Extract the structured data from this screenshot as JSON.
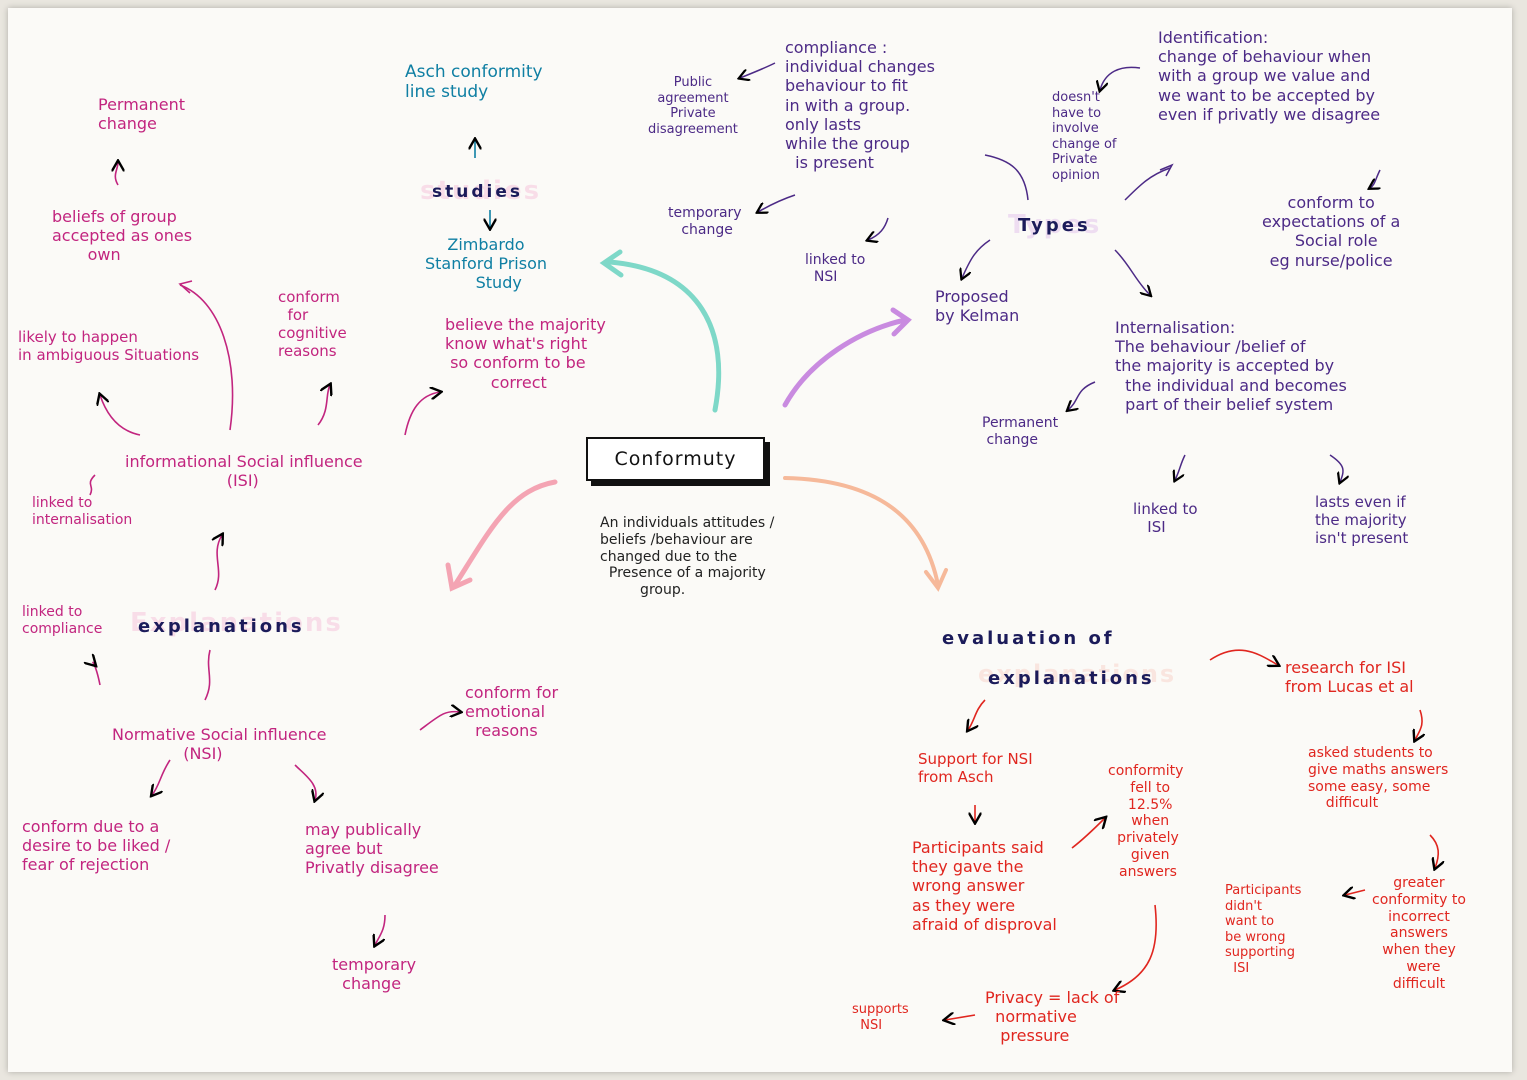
{
  "central": {
    "title": "Conformuty",
    "definition": "An individuals attitudes /\nbeliefs /behaviour are\nchanged due to the\n  Presence of a majority\n         group."
  },
  "studies": {
    "heading": "studies",
    "asch": "Asch conformity\nline study",
    "zimbardo": "Zimbardo\nStanford Prison\n     Study"
  },
  "isi": {
    "title": "informational Social influence\n                    (ISI)",
    "conform_cognitive": "conform\n  for\ncognitive\nreasons",
    "believe_majority": "believe the majority\nknow what's right\n so conform to be\n         correct",
    "likely_ambiguous": "likely to happen\nin ambiguous Situations",
    "beliefs_accepted": "beliefs of group\naccepted as ones\n       own",
    "permanent_change": "Permanent\nchange",
    "linked_internalisation": "linked to\ninternalisation"
  },
  "explanations": {
    "ghost": "Explanations",
    "heading": "explanations",
    "linked_compliance": "linked to\ncompliance"
  },
  "nsi": {
    "title": "Normative Social influence\n              (NSI)",
    "conform_emotional": "conform for\nemotional\n  reasons",
    "desire_liked": "conform due to a\ndesire to be liked /\nfear of rejection",
    "publicly_agree": "may publically\nagree but\nPrivatly disagree",
    "temporary_change": "temporary\n  change"
  },
  "types": {
    "heading": "Types",
    "proposed_by": "Proposed\nby Kelman",
    "compliance": "compliance :\nindividual changes\nbehaviour to fit\nin with a group.\nonly lasts\nwhile the group\n  is present",
    "public_agreement": "Public\nagreement\nPrivate\ndisagreement",
    "temporary_change": "temporary\n   change",
    "linked_nsi": "linked to\n  NSI",
    "doesnt_involve": "doesn't\nhave to\ninvolve\nchange of\nPrivate\nopinion",
    "identification": "Identification:\nchange of behaviour when\nwith a group we value and\nwe want to be accepted by\neven if privatly we disagree",
    "conform_expectations": "conform to\nexpectations of a\n  Social role\neg nurse/police",
    "internalisation": "Internalisation:\nThe behaviour /belief of\nthe majority is accepted by\n  the individual and becomes\n  part of their belief system",
    "permanent_change": "Permanent\n change",
    "linked_isi": "linked to\n   ISI",
    "lasts_majority": "lasts even if\nthe majority\nisn't present"
  },
  "evaluation": {
    "heading_line1": "evaluation of",
    "ghost": "explanations",
    "heading_line2": "explanations",
    "support_nsi": "Support for NSI\nfrom Asch",
    "participants_said": "Participants said\nthey gave the\nwrong answer\nas they were\nafraid of disproval",
    "conformity_fell": "conformity\n  fell to\n  12.5%\n  when\n privately\n  given\n answers",
    "privacy": "Privacy = lack of\n  normative\n   pressure",
    "supports_nsi": "supports\n  NSI",
    "research_isi": "research for ISI\nfrom Lucas et al",
    "asked_students": "asked students to\ngive maths answers\nsome easy, some\n    difficult",
    "greater_conformity": "greater\nconformity to\nincorrect\nanswers\nwhen they\n  were\ndifficult",
    "participants_didnt": "Participants\ndidn't\nwant to\nbe wrong\nsupporting\n  ISI"
  },
  "colors": {
    "pink": "#c2257f",
    "purple": "#4c2a86",
    "blue": "#0f7fa3",
    "red": "#e0261f",
    "teal_arrow": "#7ed8c8",
    "lilac_arrow": "#c98be0",
    "peach_arrow": "#f6b99a",
    "rose_arrow": "#f4a4b3"
  }
}
